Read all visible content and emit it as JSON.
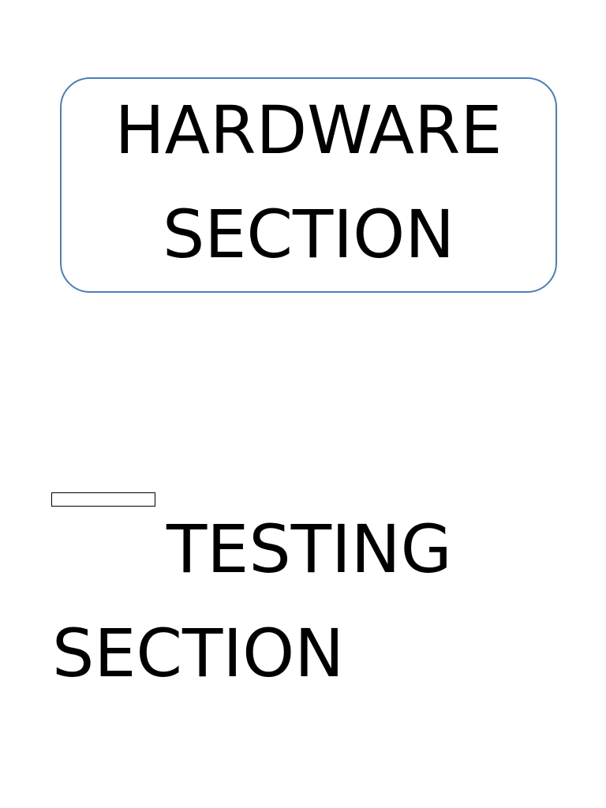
{
  "hardware_box": {
    "line1": "HARDWARE",
    "line2": "SECTION",
    "border_color": "#4a7ebb"
  },
  "testing": {
    "line1": "TESTING",
    "line2": "SECTION"
  }
}
